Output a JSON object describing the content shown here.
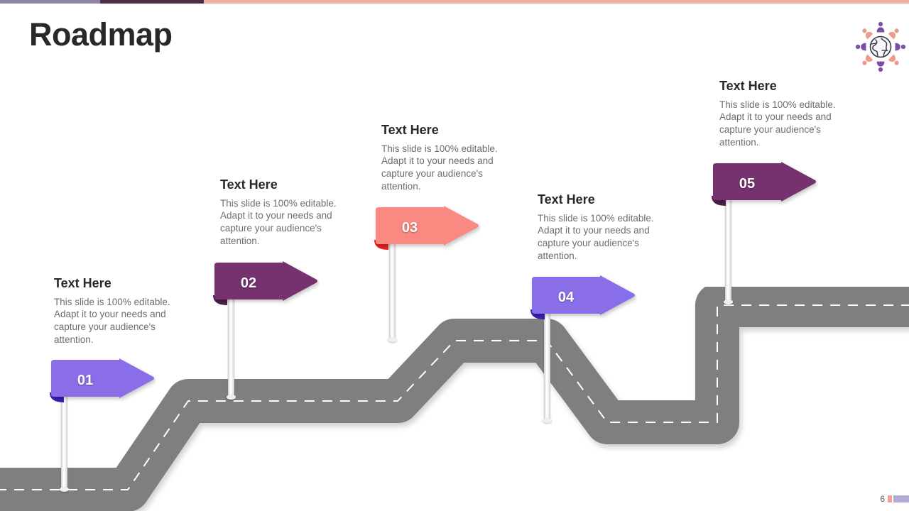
{
  "slide": {
    "title": "Roadmap",
    "page_number": "6",
    "background_color": "#ffffff",
    "topbar_colors": [
      "#8f86a3",
      "#4b2f49",
      "#eeb0a2"
    ],
    "road_color": "#7f7f7f",
    "road_dash_color": "#ffffff"
  },
  "logo": {
    "name": "globe-people-logo",
    "globe_color": "#3a3a4a",
    "person_purple": "#7b4fa8",
    "person_salmon": "#f09a8a"
  },
  "milestones": [
    {
      "number": "01",
      "heading": "Text Here",
      "body": "This slide is 100% editable. Adapt it to your needs and capture your audience's attention.",
      "flag_color": "#8a6ee8",
      "fold_color": "#3a1fb0"
    },
    {
      "number": "02",
      "heading": "Text Here",
      "body": "This slide is 100% editable. Adapt it to your needs and capture your audience's attention.",
      "flag_color": "#74326e",
      "fold_color": "#4d1f4a"
    },
    {
      "number": "03",
      "heading": "Text Here",
      "body": "This slide is 100% editable. Adapt it to your needs and capture your audience's attention.",
      "flag_color": "#f98981",
      "fold_color": "#e8231f"
    },
    {
      "number": "04",
      "heading": "Text Here",
      "body": "This slide is 100% editable. Adapt it to your needs and capture your audience's attention.",
      "flag_color": "#8a6ee8",
      "fold_color": "#3a1fb0"
    },
    {
      "number": "05",
      "heading": "Text Here",
      "body": "This slide is 100% editable. Adapt it to your needs and capture your audience's attention.",
      "flag_color": "#74326e",
      "fold_color": "#4d1f4a"
    }
  ],
  "footer": {
    "mark_salmon": "#f1a396",
    "mark_purple": "#b3abd6"
  }
}
